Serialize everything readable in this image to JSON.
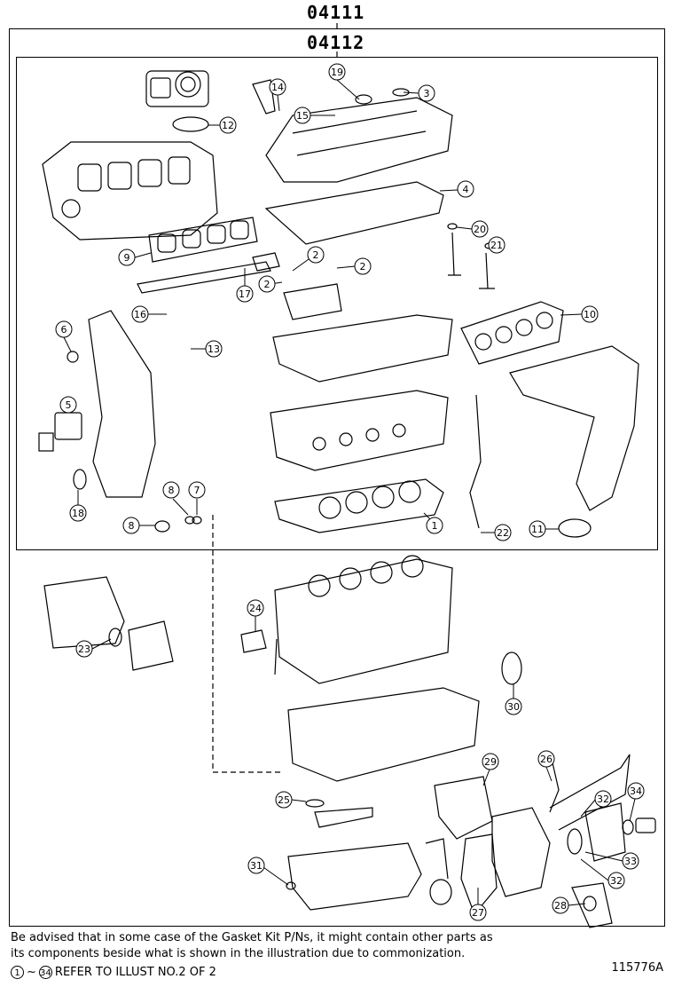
{
  "kits": {
    "outer": "04111",
    "inner": "04112"
  },
  "callouts": {
    "c1": "1",
    "c2": "2",
    "c3": "3",
    "c4": "4",
    "c5": "5",
    "c6": "6",
    "c7": "7",
    "c8": "8",
    "c9": "9",
    "c10": "10",
    "c11": "11",
    "c12": "12",
    "c13": "13",
    "c14": "14",
    "c15": "15",
    "c16": "16",
    "c17": "17",
    "c18": "18",
    "c19": "19",
    "c20": "20",
    "c21": "21",
    "c22": "22",
    "c23": "23",
    "c24": "24",
    "c25": "25",
    "c26": "26",
    "c27": "27",
    "c28": "28",
    "c29": "29",
    "c30": "30",
    "c31": "31",
    "c32": "32",
    "c33": "33",
    "c34": "34"
  },
  "footer": {
    "note_line1": "Be advised that in some case of the Gasket Kit P/Ns,  it might contain other parts as",
    "note_line2": "its components beside what is shown in the illustration due to commonization.",
    "range_start": "1",
    "range_sep": "~",
    "range_end": "34",
    "ref_text": "REFER TO ILLUST NO.2 OF 2",
    "illustration_id": "115776A"
  }
}
